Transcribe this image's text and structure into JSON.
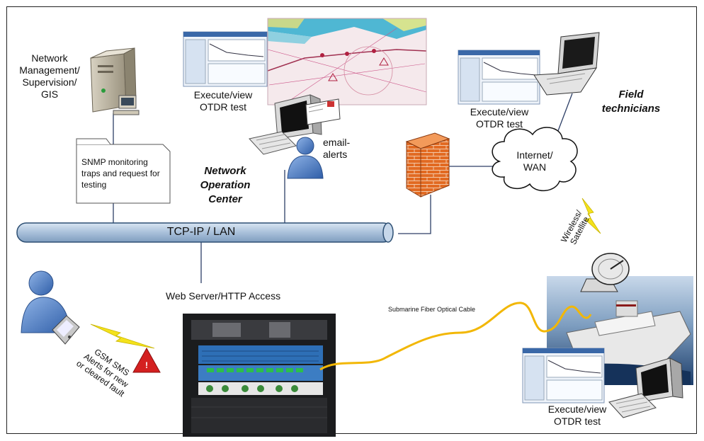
{
  "labels": {
    "network_management": [
      "Network",
      "Management/",
      "Supervision/",
      "GIS"
    ],
    "execute_view_top": [
      "Execute/view",
      "OTDR test"
    ],
    "execute_view_field": [
      "Execute/view",
      "OTDR test"
    ],
    "execute_view_bottom": [
      "Execute/view",
      "OTDR test"
    ],
    "field_technicians": [
      "Field",
      "technicians"
    ],
    "email_alerts": [
      "email-",
      "alerts"
    ],
    "internet_wan": [
      "Internet/",
      "WAN"
    ],
    "snmp_note": [
      "SNMP monitoring",
      "traps and request for",
      "testing"
    ],
    "noc": [
      "Network",
      "Operation",
      "Center"
    ],
    "tcp_ip_lan": "TCP-IP / LAN",
    "wireless_satellite": [
      "Wireless/",
      "Satellite"
    ],
    "web_server": "Web Server/HTTP Access",
    "submarine_cable": "Submarine Fiber Optical Cable",
    "gsm_sms": [
      "GSM SMS",
      "Alerts for new",
      "or cleared fault"
    ],
    "warning_mark": "!"
  },
  "colors": {
    "frame": "#222222",
    "pipe_fill": "#b9cde2",
    "pipe_stroke": "#2d4f73",
    "connector_line": "#2d3f66",
    "fiber": "#f2b705",
    "lightning": "#f4e21c",
    "user_blue": "#4f7fc4",
    "firewall": "#e0621c",
    "warning": "#d42020"
  },
  "icons": {
    "server": "server-tower-icon",
    "screenshot": "otdr-software-screenshot",
    "map": "nautical-chart-map",
    "workstation": "desktop-computer-icon",
    "envelope": "email-envelope-icon",
    "user": "user-person-icon",
    "firewall": "brick-firewall-icon",
    "cloud": "internet-cloud-icon",
    "laptop": "laptop-icon",
    "dish": "satellite-dish-icon",
    "ship": "cable-ship-photo",
    "rack": "otdr-rack-photo",
    "phone": "mobile-phone-icon",
    "warning": "warning-triangle-icon"
  }
}
